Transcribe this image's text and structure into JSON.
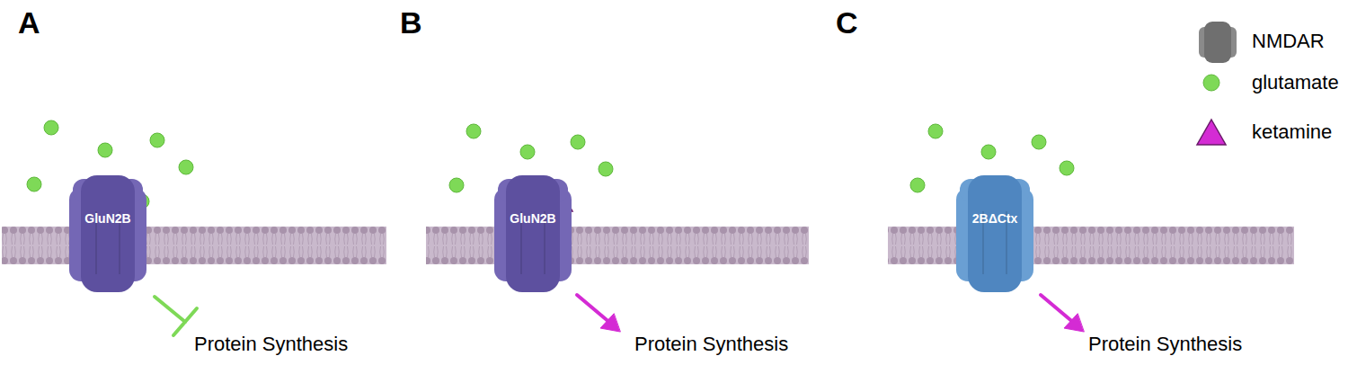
{
  "diagram": {
    "nodes": [
      {
        "text": [
          "GluN2B"
        ]
      },
      {
        "text": [
          "GluN2B"
        ]
      },
      {
        "text": [
          "2BΔCtx"
        ]
      }
    ],
    "labels": [
      "A",
      "Protein Synthesis",
      "B",
      "Protein Synthesis",
      "C",
      "Protein Synthesis"
    ],
    "legend": [
      {
        "text": "NMDAR"
      },
      {
        "text": "glutamate",
        "color": "#7ed957"
      },
      {
        "text": "ketamine",
        "color": "#d42bd4"
      }
    ]
  }
}
